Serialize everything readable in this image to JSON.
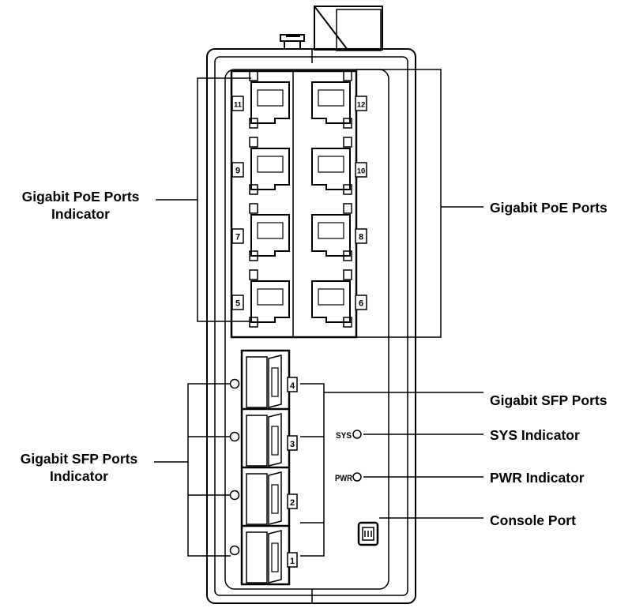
{
  "ports": {
    "rj45": [
      {
        "left": "11",
        "right": "12"
      },
      {
        "left": "9",
        "right": "10"
      },
      {
        "left": "7",
        "right": "8"
      },
      {
        "left": "5",
        "right": "6"
      }
    ],
    "sfp": [
      "4",
      "3",
      "2",
      "1"
    ]
  },
  "panel": {
    "sys_mark": "SYS",
    "pwr_mark": "PWR"
  },
  "callouts": {
    "poe_ports_indicator": [
      "Gigabit PoE Ports",
      "Indicator"
    ],
    "poe_ports": "Gigabit PoE Ports",
    "sfp_ports": "Gigabit SFP Ports",
    "sys_indicator": "SYS Indicator",
    "sfp_ports_indicator": [
      "Gigabit SFP Ports",
      "Indicator"
    ],
    "pwr_indicator": "PWR Indicator",
    "console_port": "Console Port"
  }
}
